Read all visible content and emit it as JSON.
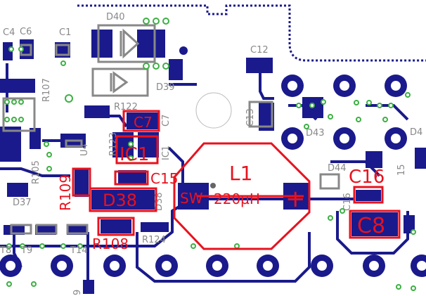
{
  "labels": {
    "D40": "D40",
    "C4": "C4",
    "C6": "C6",
    "C1": "C1",
    "C12": "C12",
    "C13": "C13",
    "D39": "D39",
    "R122": "R122",
    "R107": "R107",
    "R123": "R123",
    "U4": "U4",
    "R105": "R105",
    "D37": "D37",
    "C7_silk": "C7",
    "IC1_silk": "IC1",
    "D43": "D43",
    "D44": "D44",
    "D4": "D4",
    "C15_silk": "15",
    "C16_silk": "C16",
    "T9": "T9",
    "T14": "T14",
    "R124": "R124",
    "L1_silk": "L1",
    "D38_silk": "D38",
    "pin9": "9",
    "T8": "T8",
    "R109_silk": "R109"
  },
  "red_labels": {
    "C7": "C7",
    "IC1": "IC1",
    "C15": "C15",
    "R109": "R109",
    "D38": "D38",
    "R108": "R108",
    "L1": "L1",
    "sw": "SW",
    "value": "220µH",
    "plus": "+",
    "C16": "C16",
    "C8": "C8"
  },
  "colors": {
    "copper": "#1a1a8c",
    "pad": "#1a1a8c",
    "silk": "#888888",
    "red": "#e8121e",
    "via": "#3cb043",
    "hole": "#ffffff"
  }
}
